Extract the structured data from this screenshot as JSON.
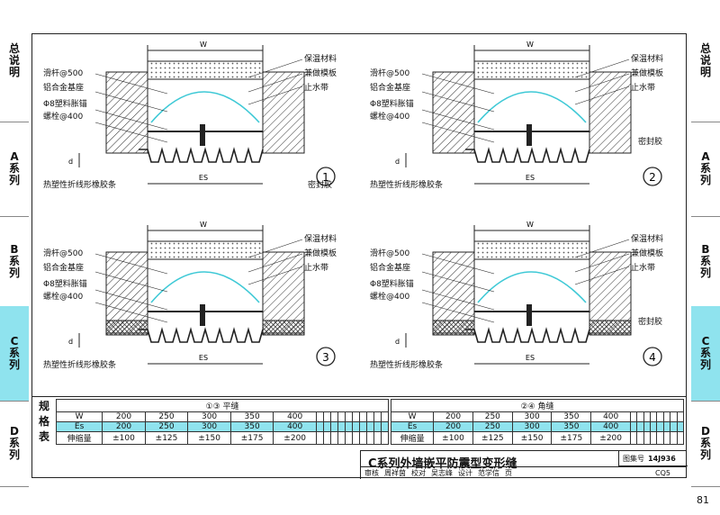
{
  "side_tabs": [
    {
      "chars": [
        "总",
        "说",
        "明"
      ],
      "active": false
    },
    {
      "chars": [
        "A",
        "系",
        "列"
      ],
      "active": false
    },
    {
      "chars": [
        "B",
        "系",
        "列"
      ],
      "active": false
    },
    {
      "chars": [
        "C",
        "系",
        "列"
      ],
      "active": true
    },
    {
      "chars": [
        "D",
        "系",
        "列"
      ],
      "active": false
    }
  ],
  "details": [
    {
      "num": "1",
      "w": "W",
      "es": "ES",
      "d": "d",
      "left_labels": [
        "滑杆@500",
        "铝合金基座",
        "Φ8塑料胀锚",
        "螺栓@400",
        "热塑性折线形橡胶条"
      ],
      "right_labels": [
        "保温材料",
        "兼做模板",
        "止水带",
        "密封胶"
      ]
    },
    {
      "num": "2",
      "w": "W",
      "es": "ES",
      "d": "d",
      "left_labels": [
        "滑杆@500",
        "铝合金基座",
        "Φ8塑料胀锚",
        "螺栓@400",
        "热塑性折线形橡胶条"
      ],
      "right_labels": [
        "保温材料",
        "兼做模板",
        "止水带",
        "密封胶"
      ]
    },
    {
      "num": "3",
      "w": "W",
      "es": "ES",
      "d": "d",
      "left_labels": [
        "滑杆@500",
        "铝合金基座",
        "Φ8塑料胀锚",
        "螺栓@400",
        "热塑性折线形橡胶条"
      ],
      "right_labels": [
        "保温材料",
        "兼做模板",
        "止水带"
      ]
    },
    {
      "num": "4",
      "w": "W",
      "es": "ES",
      "d": "d",
      "left_labels": [
        "滑杆@500",
        "铝合金基座",
        "Φ8塑料胀锚",
        "螺栓@400",
        "热塑性折线形橡胶条"
      ],
      "right_labels": [
        "保温材料",
        "兼做模板",
        "止水带",
        "密封胶"
      ]
    }
  ],
  "spec": {
    "row_label": [
      "规",
      "格",
      "表"
    ],
    "left": {
      "header": "①③ 平缝",
      "w_label": "W",
      "es_label": "Es",
      "stretch_label": "伸缩量",
      "w": [
        "200",
        "250",
        "300",
        "350",
        "400"
      ],
      "es": [
        "200",
        "250",
        "300",
        "350",
        "400"
      ],
      "stretch": [
        "±100",
        "±125",
        "±150",
        "±175",
        "±200"
      ]
    },
    "right": {
      "header": "②④ 角缝",
      "w_label": "W",
      "es_label": "Es",
      "stretch_label": "伸缩量",
      "w": [
        "200",
        "250",
        "300",
        "350",
        "400"
      ],
      "es": [
        "200",
        "250",
        "300",
        "350",
        "400"
      ],
      "stretch": [
        "±100",
        "±125",
        "±150",
        "±175",
        "±200"
      ]
    }
  },
  "title_block": {
    "title": "C系列外墙嵌平防震型变形缝",
    "atlas_label": "图集号",
    "atlas_no": "14J936",
    "review_label": "审核",
    "review_name": "周祥茵",
    "check_label": "校对",
    "check_name": "吴志峰",
    "design_label": "设计",
    "design_name": "范学信",
    "page_label": "页",
    "page_code": "CQ5"
  },
  "page_number": "81",
  "colors": {
    "tab_active": "#8fe3ee",
    "rubber_arc": "#3fc9d6",
    "line": "#222222"
  }
}
